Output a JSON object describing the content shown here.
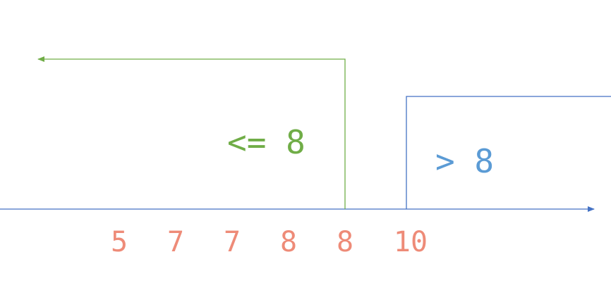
{
  "labels": {
    "left_condition": "<= 8",
    "right_condition": "> 8"
  },
  "numbers": [
    "5",
    "7",
    "7",
    "8",
    "8",
    "10"
  ],
  "colors": {
    "left_branch": "#70AD47",
    "right_branch": "#4472C4",
    "right_label": "#5B9BD5",
    "numbers": "#EE8B78"
  }
}
